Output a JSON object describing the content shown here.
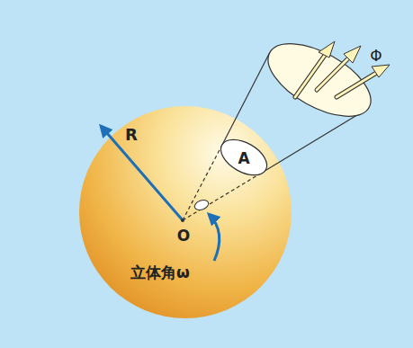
{
  "diagram": {
    "labels": [
      "R",
      "A",
      "O",
      "Φ",
      "立体角ω"
    ]
  }
}
